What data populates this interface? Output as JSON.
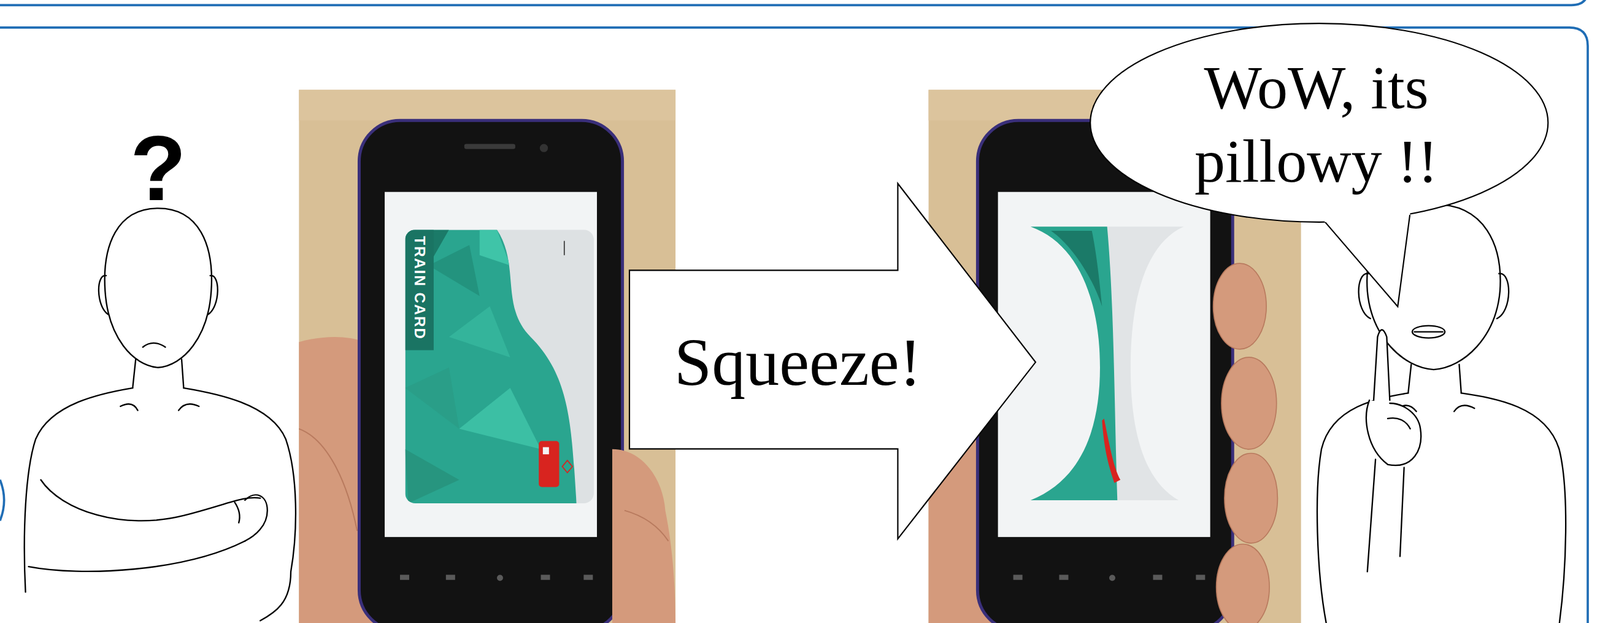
{
  "diagram": {
    "nodes": [
      {
        "text": [
          "Squeeze!"
        ]
      },
      {
        "text": [
          "WoW, its pillowy !!"
        ]
      }
    ],
    "labels": [
      "?",
      "TRAIN CARD"
    ]
  }
}
